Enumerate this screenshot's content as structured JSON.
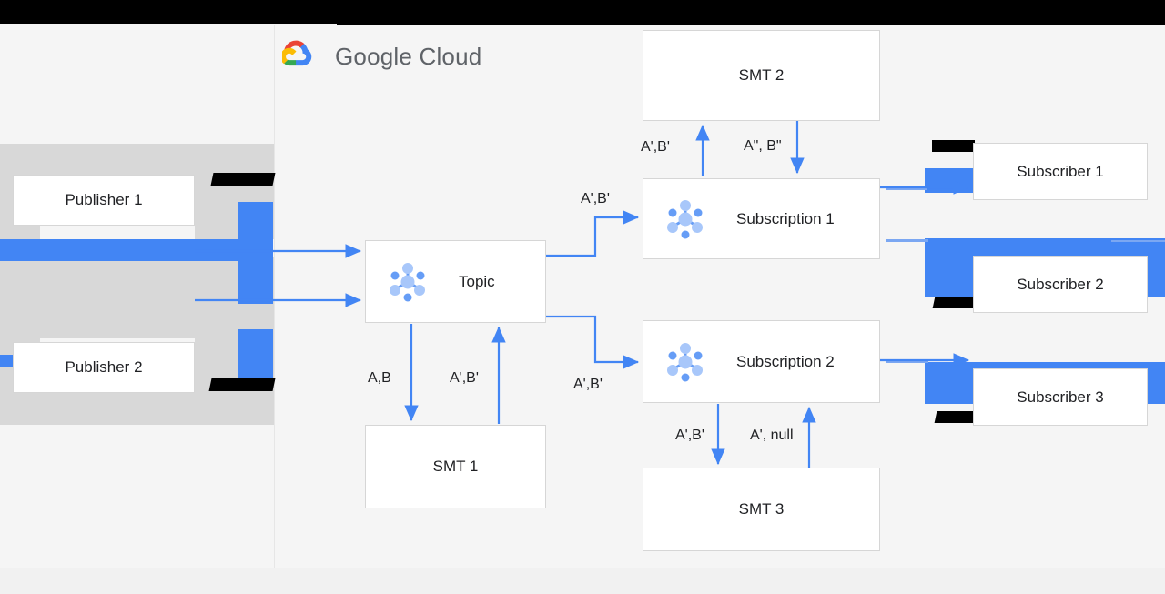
{
  "brand": {
    "logo_icon": "google-cloud-logo-icon",
    "name_part_1": "Google",
    "name_part_2": "Cloud",
    "accent_blue": "#4285F4",
    "accent_red": "#EA4335",
    "accent_yellow": "#FBBC04",
    "accent_green": "#34A853",
    "text_gray": "#5f6368"
  },
  "diagram": {
    "type": "flow-architecture",
    "node_icon": "pubsub-node-icon",
    "nodes": [
      {
        "id": "publisher-1",
        "label": "Publisher 1",
        "icon": null
      },
      {
        "id": "publisher-2",
        "label": "Publisher 2",
        "icon": null
      },
      {
        "id": "topic",
        "label": "Topic",
        "icon": "pubsub-node-icon"
      },
      {
        "id": "smt-1",
        "label": "SMT 1",
        "icon": null
      },
      {
        "id": "smt-2",
        "label": "SMT 2",
        "icon": null
      },
      {
        "id": "smt-3",
        "label": "SMT 3",
        "icon": null
      },
      {
        "id": "subscription-1",
        "label": "Subscription 1",
        "icon": "pubsub-node-icon"
      },
      {
        "id": "subscription-2",
        "label": "Subscription 2",
        "icon": "pubsub-node-icon"
      },
      {
        "id": "subscriber-1",
        "label": "Subscriber 1",
        "icon": null
      },
      {
        "id": "subscriber-2",
        "label": "Subscriber 2",
        "icon": null
      },
      {
        "id": "subscriber-3",
        "label": "Subscriber 3",
        "icon": null
      }
    ],
    "edge_labels": {
      "topic_to_smt1": "A,B",
      "smt1_to_topic": "A',B'",
      "topic_to_subscription_1": "A',B'",
      "topic_to_subscription_2": "A',B'",
      "subscription_1_to_smt2": "A',B'",
      "smt2_to_subscription_1": "A\", B\"",
      "subscription_2_to_smt3": "A',B'",
      "smt3_to_subscription_2": "A', null"
    }
  }
}
